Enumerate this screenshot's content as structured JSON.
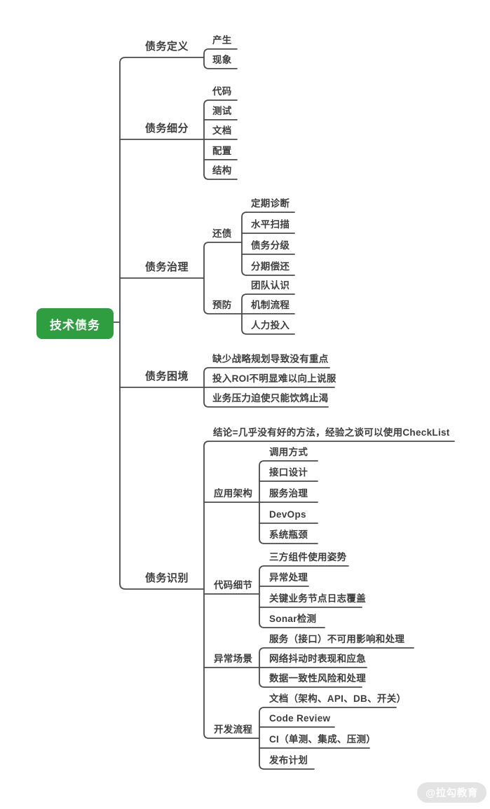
{
  "colors": {
    "root_bg": "#2e9e40",
    "root_text": "#ffffff",
    "line": "#4b4b4b",
    "text": "#3d3d3d",
    "watermark_bg": "#e3e3e3",
    "watermark_text": "#ffffff"
  },
  "watermark": {
    "label": "@拉勾教育"
  },
  "mindmap": {
    "root": {
      "label": "技术债务"
    },
    "branches": [
      {
        "label": "债务定义",
        "children": [
          {
            "label": "产生"
          },
          {
            "label": "现象"
          }
        ]
      },
      {
        "label": "债务细分",
        "children": [
          {
            "label": "代码"
          },
          {
            "label": "测试"
          },
          {
            "label": "文档"
          },
          {
            "label": "配置"
          },
          {
            "label": "结构"
          }
        ]
      },
      {
        "label": "债务治理",
        "children": [
          {
            "label": "还债",
            "children": [
              {
                "label": "定期诊断"
              },
              {
                "label": "水平扫描"
              },
              {
                "label": "债务分级"
              },
              {
                "label": "分期偿还"
              }
            ]
          },
          {
            "label": "预防",
            "children": [
              {
                "label": "团队认识"
              },
              {
                "label": "机制流程"
              },
              {
                "label": "人力投入"
              }
            ]
          }
        ]
      },
      {
        "label": "债务困境",
        "children": [
          {
            "label": "缺少战略规划导致没有重点"
          },
          {
            "label": "投入ROI不明显难以向上说服"
          },
          {
            "label": "业务压力迫使只能饮鸩止渴"
          }
        ]
      },
      {
        "label": "债务识别",
        "children": [
          {
            "label": "结论=几乎没有好的方法，经验之谈可以使用CheckList"
          },
          {
            "label": "应用架构",
            "children": [
              {
                "label": "调用方式"
              },
              {
                "label": "接口设计"
              },
              {
                "label": "服务治理"
              },
              {
                "label": "DevOps"
              },
              {
                "label": "系统瓶颈"
              }
            ]
          },
          {
            "label": "代码细节",
            "children": [
              {
                "label": "三方组件使用姿势"
              },
              {
                "label": "异常处理"
              },
              {
                "label": "关键业务节点日志覆盖"
              },
              {
                "label": "Sonar检测"
              }
            ]
          },
          {
            "label": "异常场景",
            "children": [
              {
                "label": "服务（接口）不可用影响和处理"
              },
              {
                "label": "网络抖动时表现和应急"
              },
              {
                "label": "数据一致性风险和处理"
              }
            ]
          },
          {
            "label": "开发流程",
            "children": [
              {
                "label": "文档（架构、API、DB、开关）"
              },
              {
                "label": "Code Review"
              },
              {
                "label": "CI（单测、集成、压测）"
              },
              {
                "label": "发布计划"
              }
            ]
          }
        ]
      }
    ]
  }
}
